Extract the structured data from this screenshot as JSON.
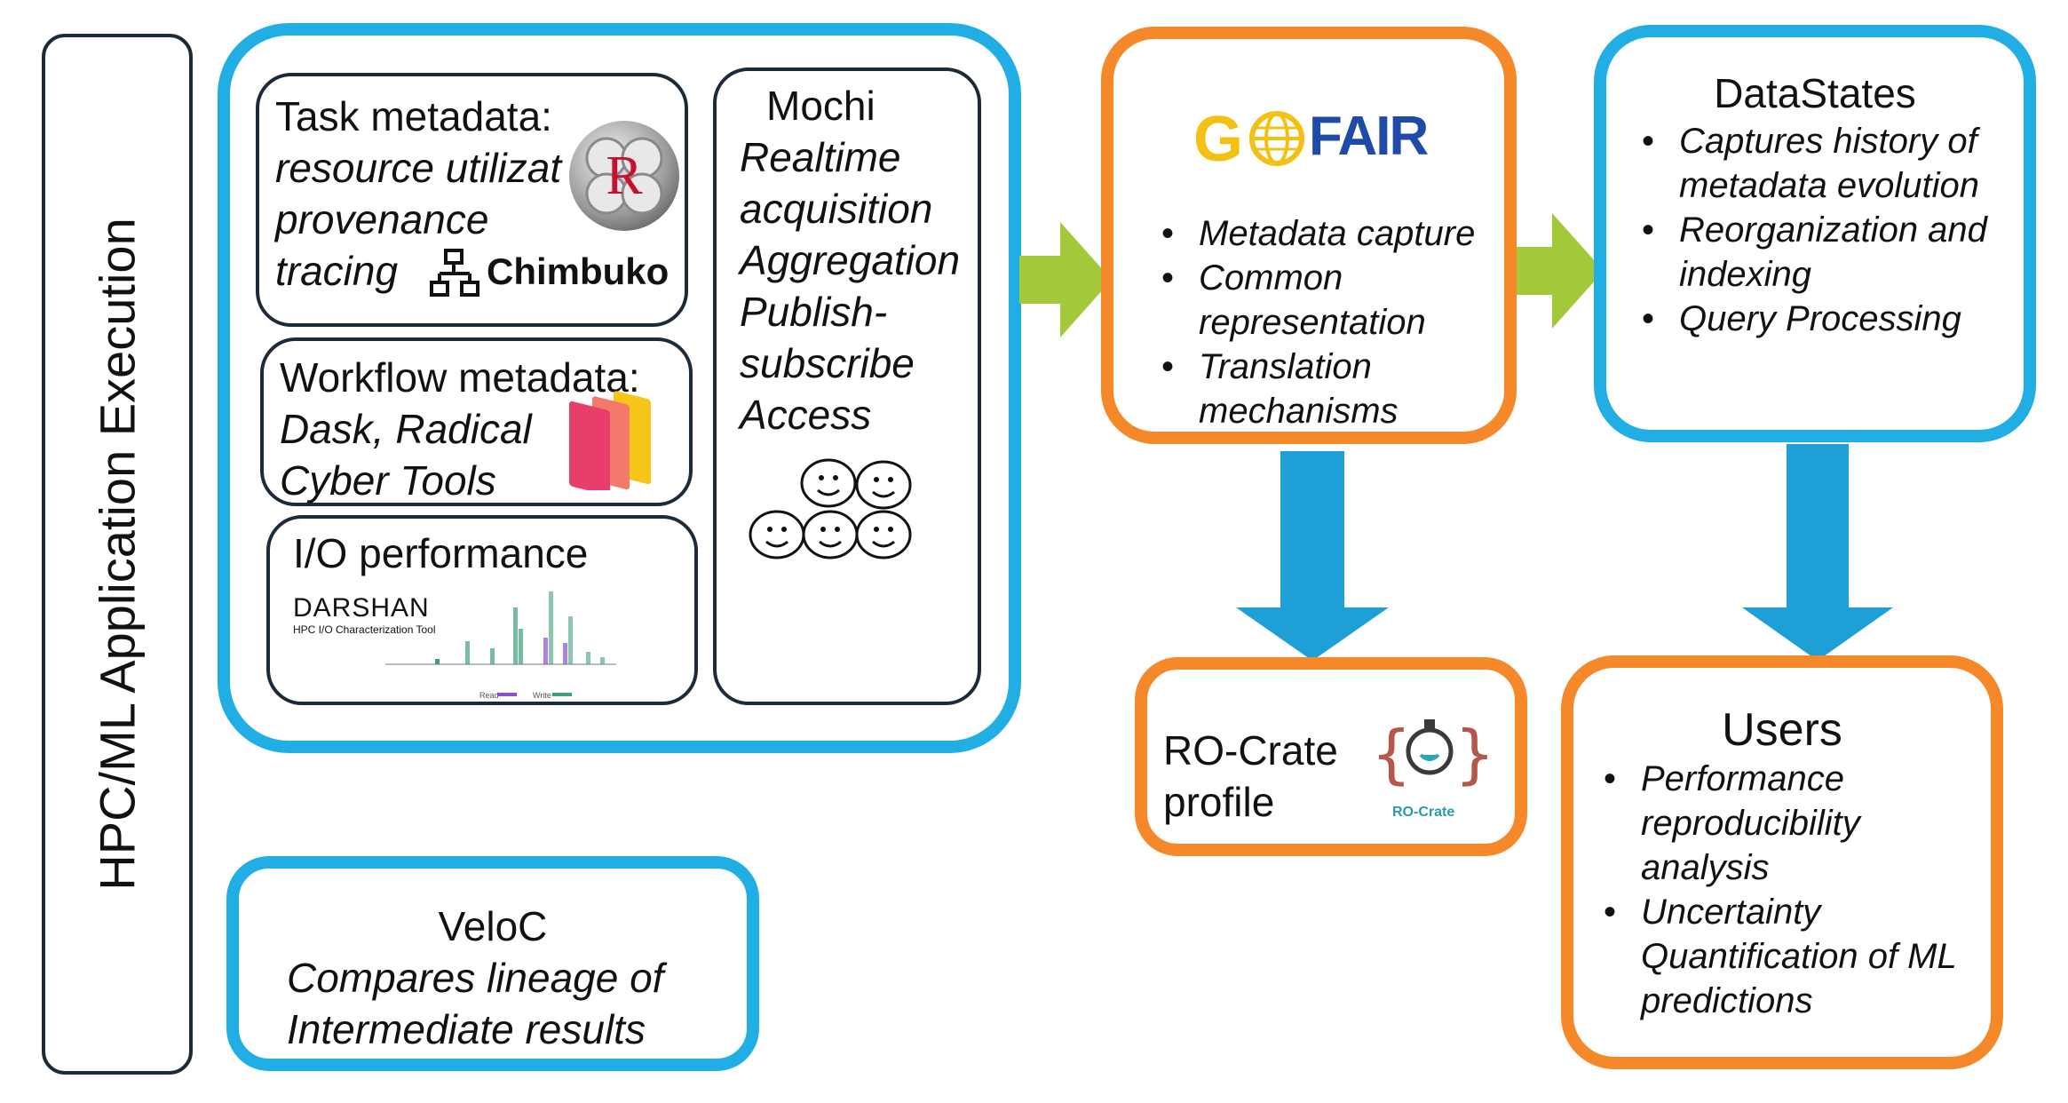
{
  "sidebar": {
    "label": "HPC/ML Application Execution"
  },
  "task_box": {
    "title": "Task metadata:",
    "line1": "resource utilizat",
    "line2": "provenance",
    "line3": "tracing",
    "tool": "Chimbuko"
  },
  "workflow_box": {
    "title": "Workflow metadata:",
    "line1": "Dask, Radical",
    "line2": "Cyber Tools"
  },
  "io_box": {
    "title": "I/O performance",
    "logo": "DARSHAN",
    "logo_sub": "HPC I/O Characterization Tool",
    "legend_read": "Read",
    "legend_write": "Write"
  },
  "mochi_box": {
    "title": "Mochi",
    "lines": [
      "Realtime",
      "acquisition",
      "Aggregation",
      "Publish-",
      "subscribe",
      "Access"
    ]
  },
  "veloc_box": {
    "title": "VeloC",
    "line1": "Compares lineage of",
    "line2": "Intermediate results"
  },
  "gofair_box": {
    "logo_left": "G",
    "logo_right": "FAIR",
    "bullets": [
      "Metadata capture",
      "Common representation",
      "Translation mechanisms"
    ]
  },
  "datastates_box": {
    "title": "DataStates",
    "bullets": [
      "Captures history of  metadata evolution",
      "Reorganization and indexing",
      "Query Processing"
    ]
  },
  "rocrate_box": {
    "line1": "RO-Crate",
    "line2": "profile",
    "logo": "RO-Crate"
  },
  "users_box": {
    "title": "Users",
    "bullets": [
      "Performance reproducibility analysis",
      "Uncertainty Quantification of ML predictions"
    ]
  },
  "colors": {
    "blue": "#21aee4",
    "orange": "#f5892a",
    "green_arrow": "#a3c93a",
    "dark": "#1c2a3a"
  }
}
